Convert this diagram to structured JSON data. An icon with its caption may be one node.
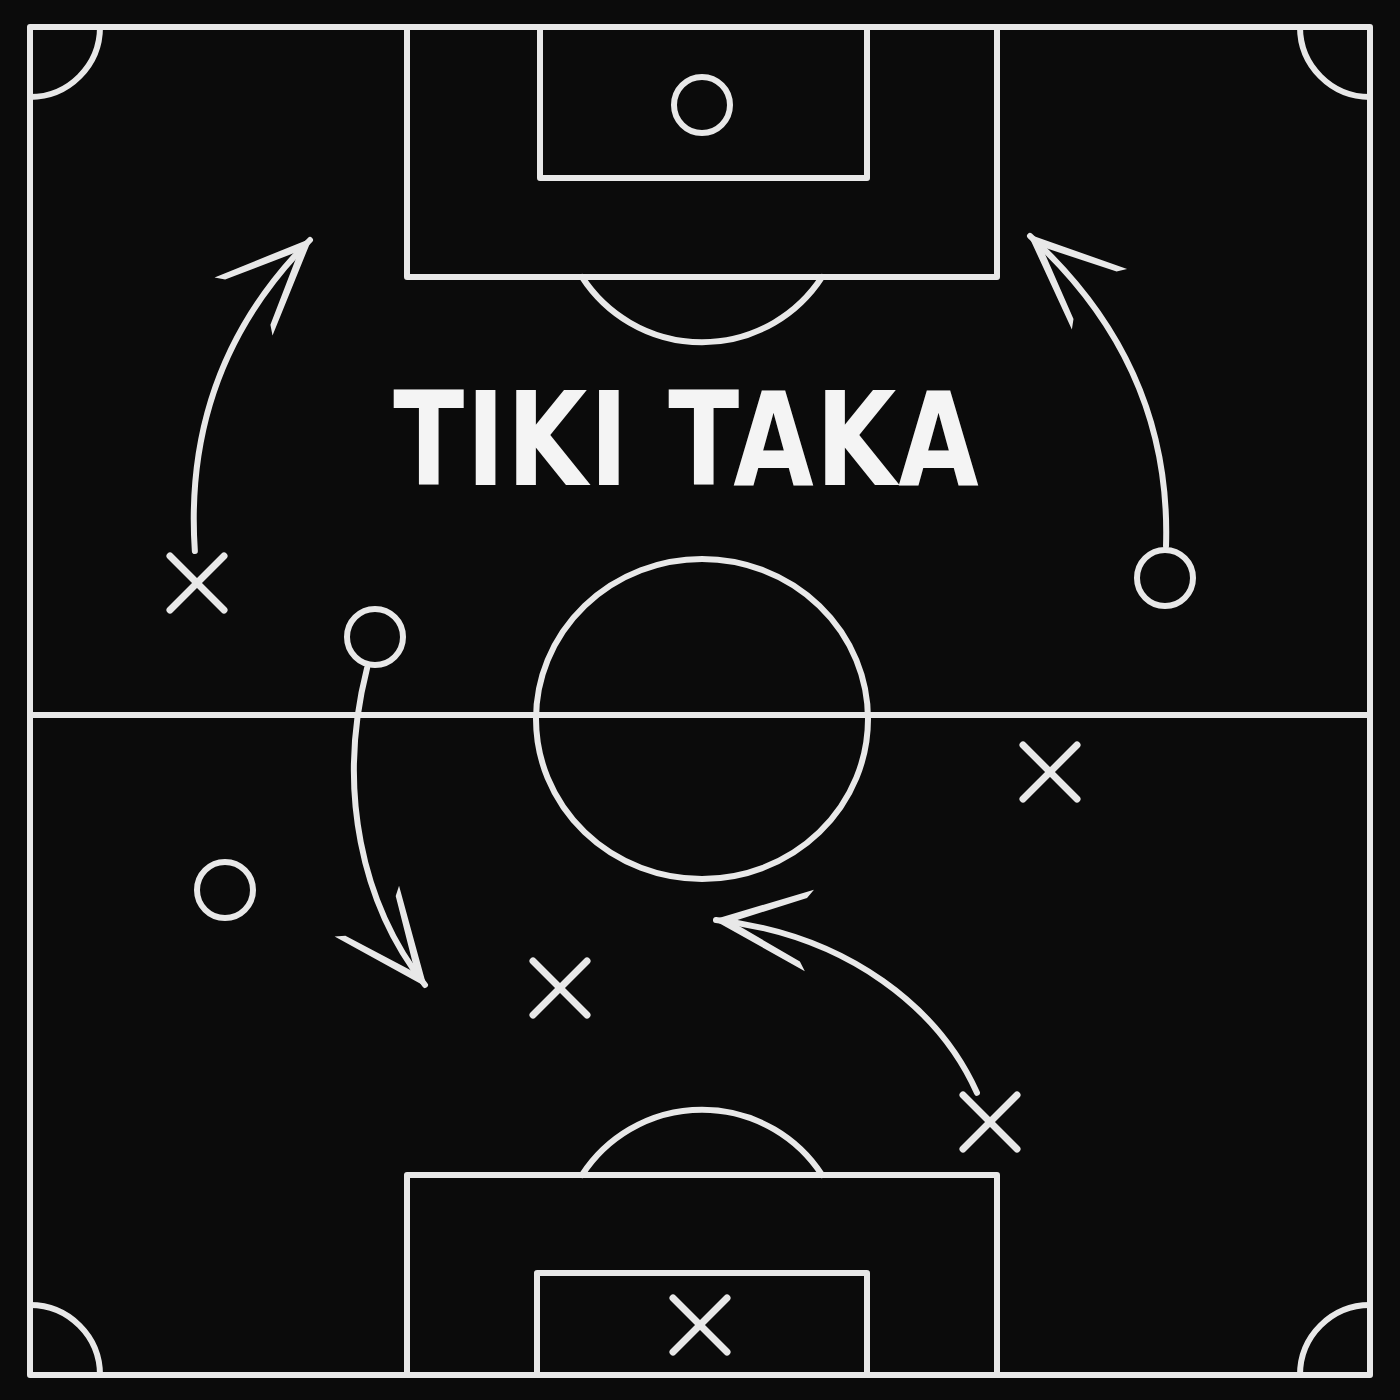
{
  "diagram": {
    "title": "TIKI TAKA",
    "nodes": [
      {
        "text": [],
        "shape": "circle"
      },
      {
        "text": [],
        "shape": "cross"
      },
      {
        "text": [],
        "shape": "circle"
      },
      {
        "text": [],
        "shape": "circle"
      },
      {
        "text": [],
        "shape": "cross"
      },
      {
        "text": [],
        "shape": "circle"
      },
      {
        "text": [],
        "shape": "cross"
      },
      {
        "text": [],
        "shape": "cross"
      },
      {
        "text": [],
        "shape": "cross"
      }
    ],
    "edges": [
      {
        "from": 1,
        "to": null,
        "arrow": "to"
      },
      {
        "from": 2,
        "to": null,
        "arrow": "to"
      },
      {
        "from": 3,
        "to": null,
        "arrow": "to"
      },
      {
        "from": 7,
        "to": null,
        "arrow": "to"
      }
    ]
  }
}
